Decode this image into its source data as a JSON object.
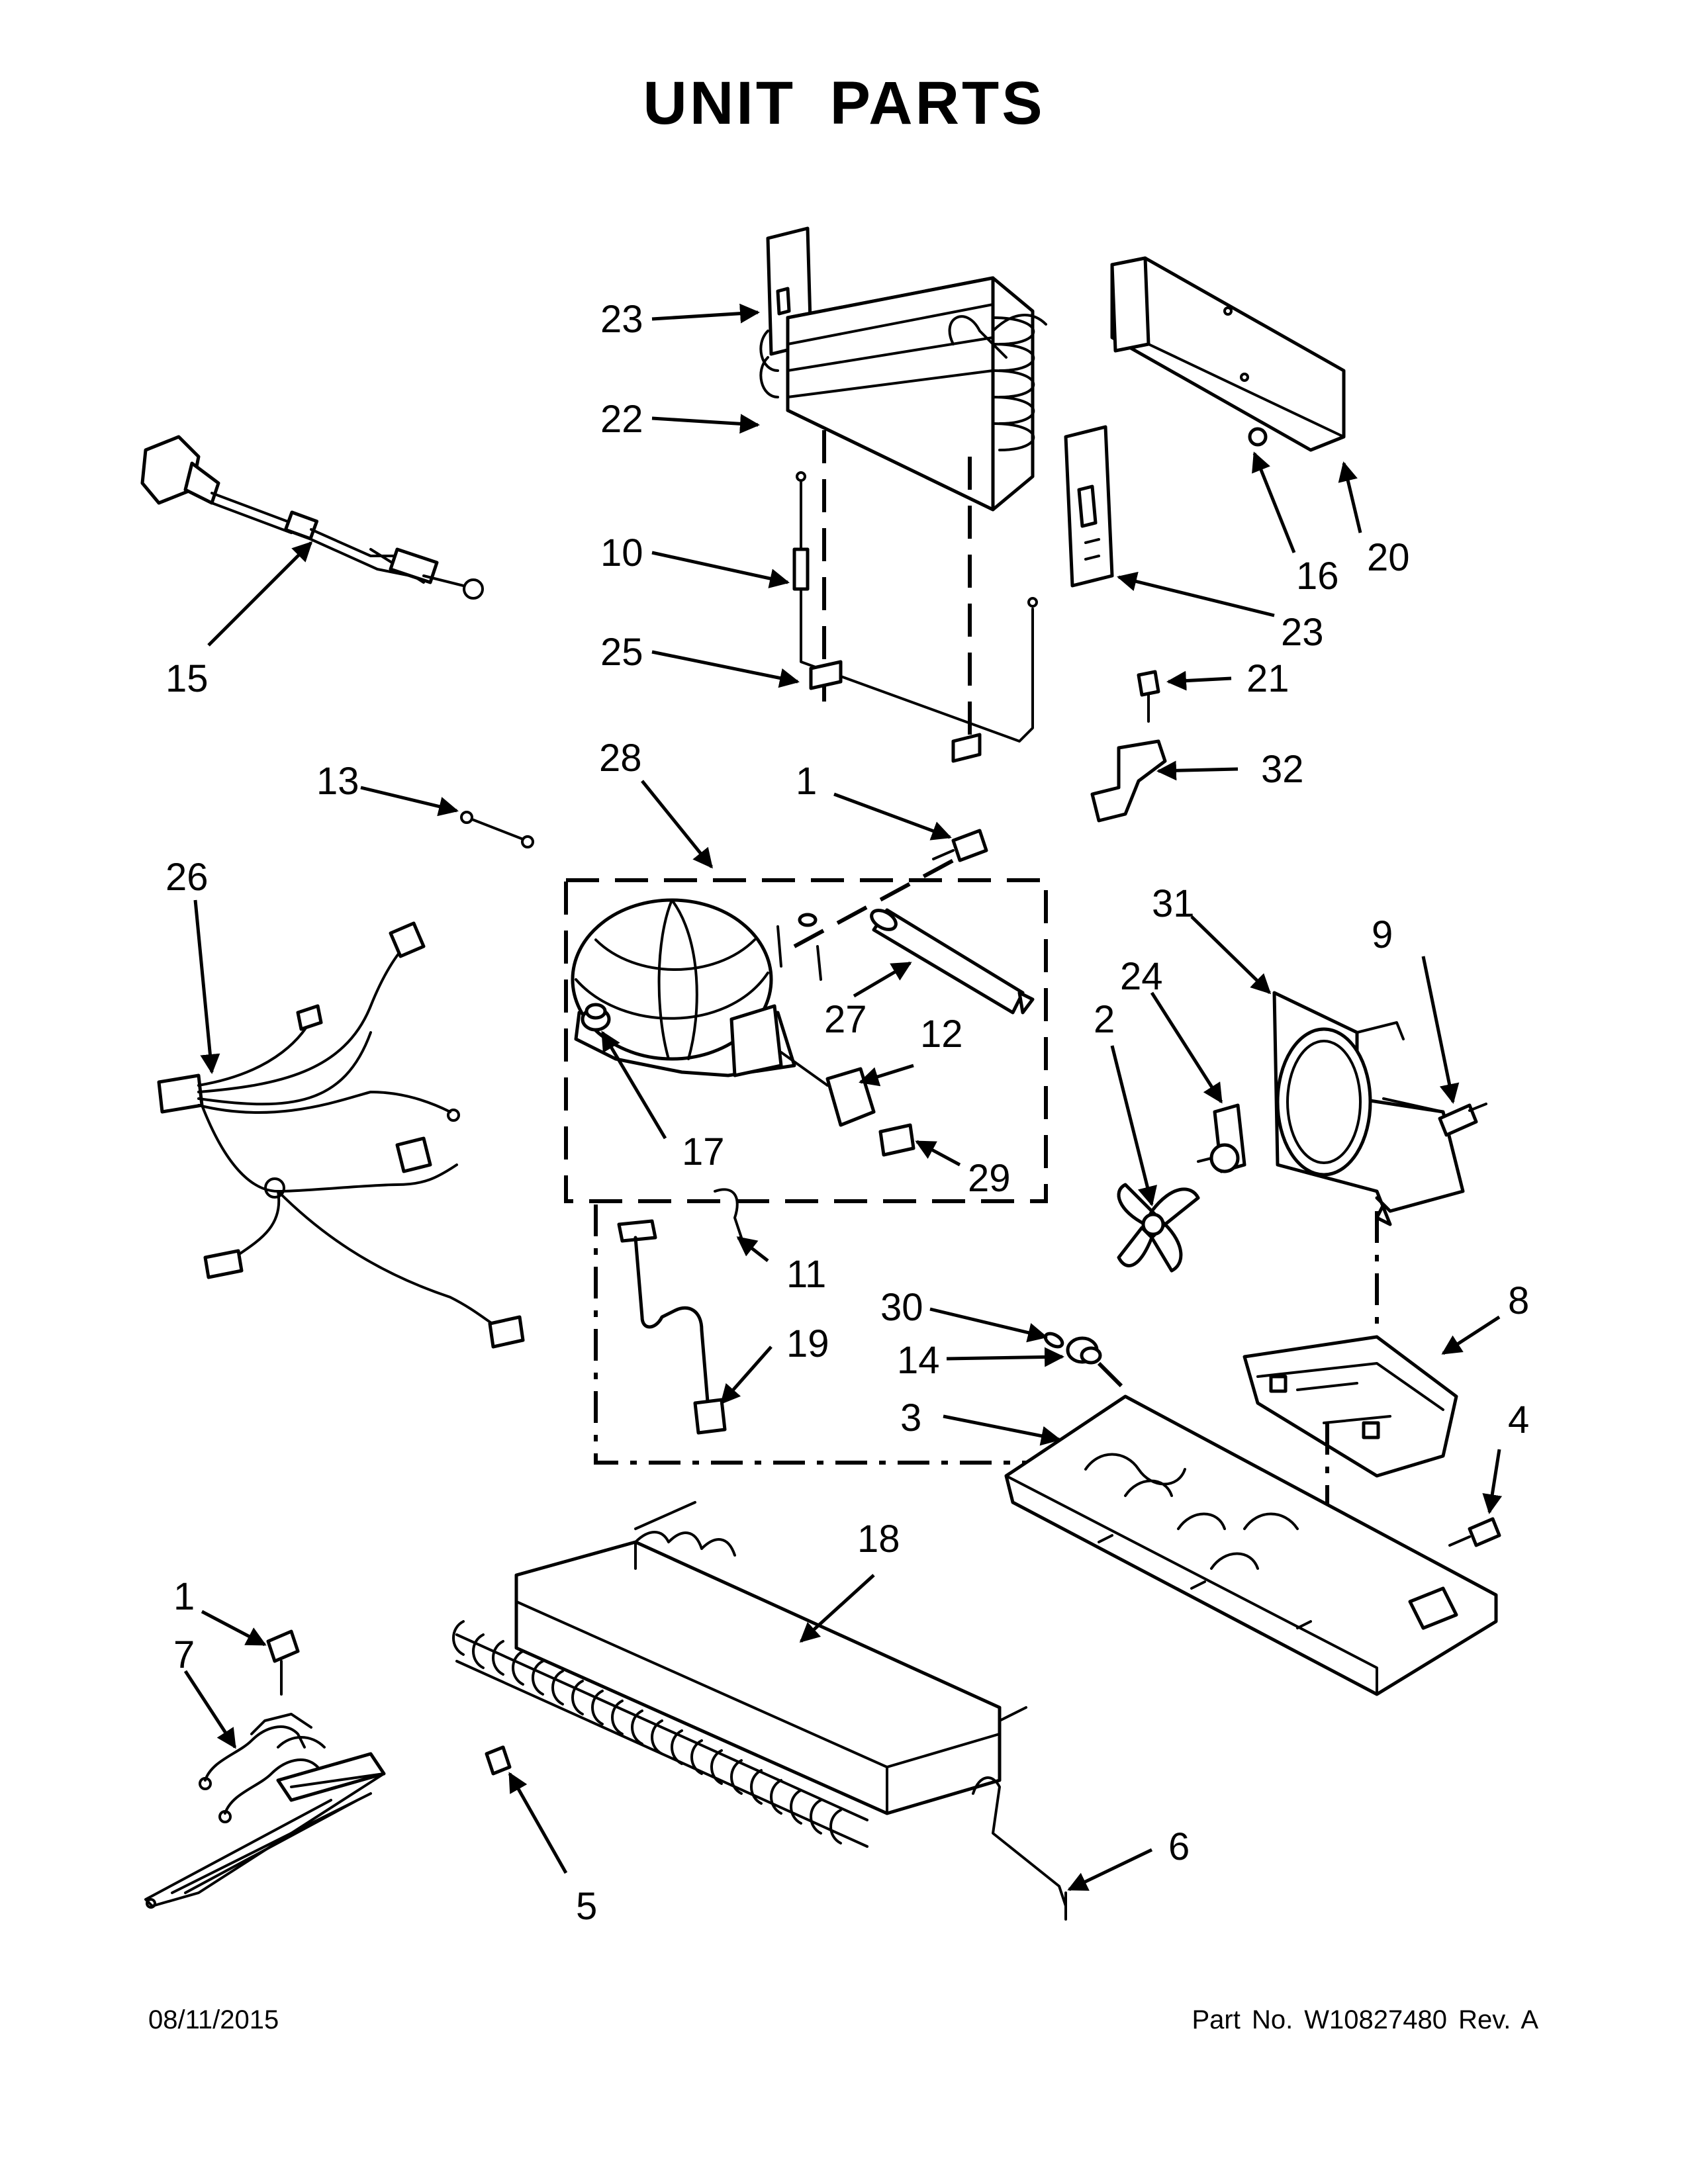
{
  "title": "UNIT PARTS",
  "footer": {
    "date": "08/11/2015",
    "part_number": "Part No.  W10827480  Rev.  A"
  },
  "callouts": {
    "c1a": "1",
    "c1b": "1",
    "c2": "2",
    "c3": "3",
    "c4": "4",
    "c5": "5",
    "c6": "6",
    "c7": "7",
    "c8": "8",
    "c9": "9",
    "c10": "10",
    "c11": "11",
    "c12": "12",
    "c13": "13",
    "c14": "14",
    "c15": "15",
    "c16": "16",
    "c17": "17",
    "c18": "18",
    "c19": "19",
    "c20": "20",
    "c21": "21",
    "c22": "22",
    "c23a": "23",
    "c23b": "23",
    "c24": "24",
    "c25": "25",
    "c26": "26",
    "c27": "27",
    "c28": "28",
    "c29": "29",
    "c30": "30",
    "c31": "31",
    "c32": "32"
  }
}
